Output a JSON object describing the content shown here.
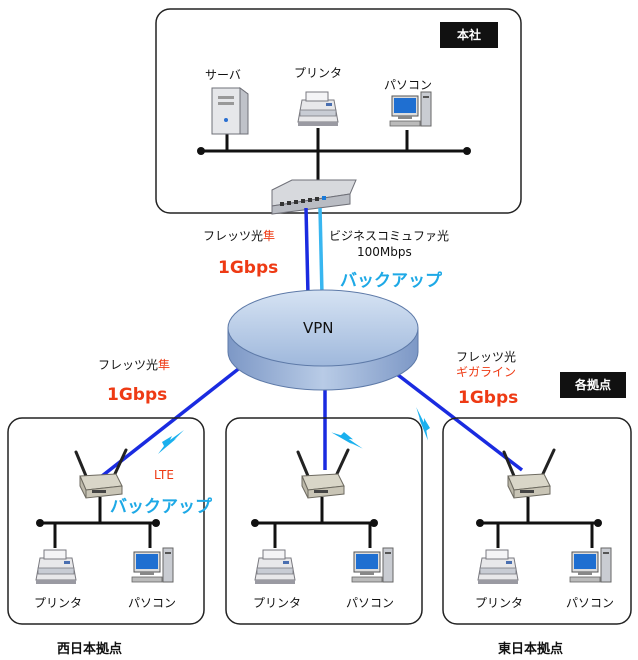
{
  "hq": {
    "badge": "本社",
    "devices": {
      "server": "サーバ",
      "printer": "プリンタ",
      "pc": "パソコン"
    }
  },
  "hq_links": {
    "main": {
      "name_prefix": "フレッツ光",
      "name_suffix": "隼",
      "speed": "1Gbps"
    },
    "backup": {
      "name": "ビジネスコミュファ光",
      "speed": "100Mbps",
      "role": "バックアップ"
    }
  },
  "vpn": {
    "label": "VPN"
  },
  "branches": {
    "badge": "各拠点",
    "west": {
      "title": "西日本拠点",
      "line_prefix": "フレッツ光",
      "line_suffix": "隼",
      "speed": "1Gbps",
      "lte": "LTE",
      "backup": "バックアップ",
      "printer": "プリンタ",
      "pc": "パソコン"
    },
    "center": {
      "printer": "プリンタ",
      "pc": "パソコン"
    },
    "east": {
      "title": "東日本拠点",
      "line1": "フレッツ光",
      "line2": "ギガライン",
      "speed": "1Gbps",
      "printer": "プリンタ",
      "pc": "パソコン"
    }
  },
  "colors": {
    "link_blue": "#1a2be0",
    "backup_cyan": "#38b6f0",
    "accent_red": "#ee3a14",
    "vpn_fill": "#a7bfdf"
  }
}
